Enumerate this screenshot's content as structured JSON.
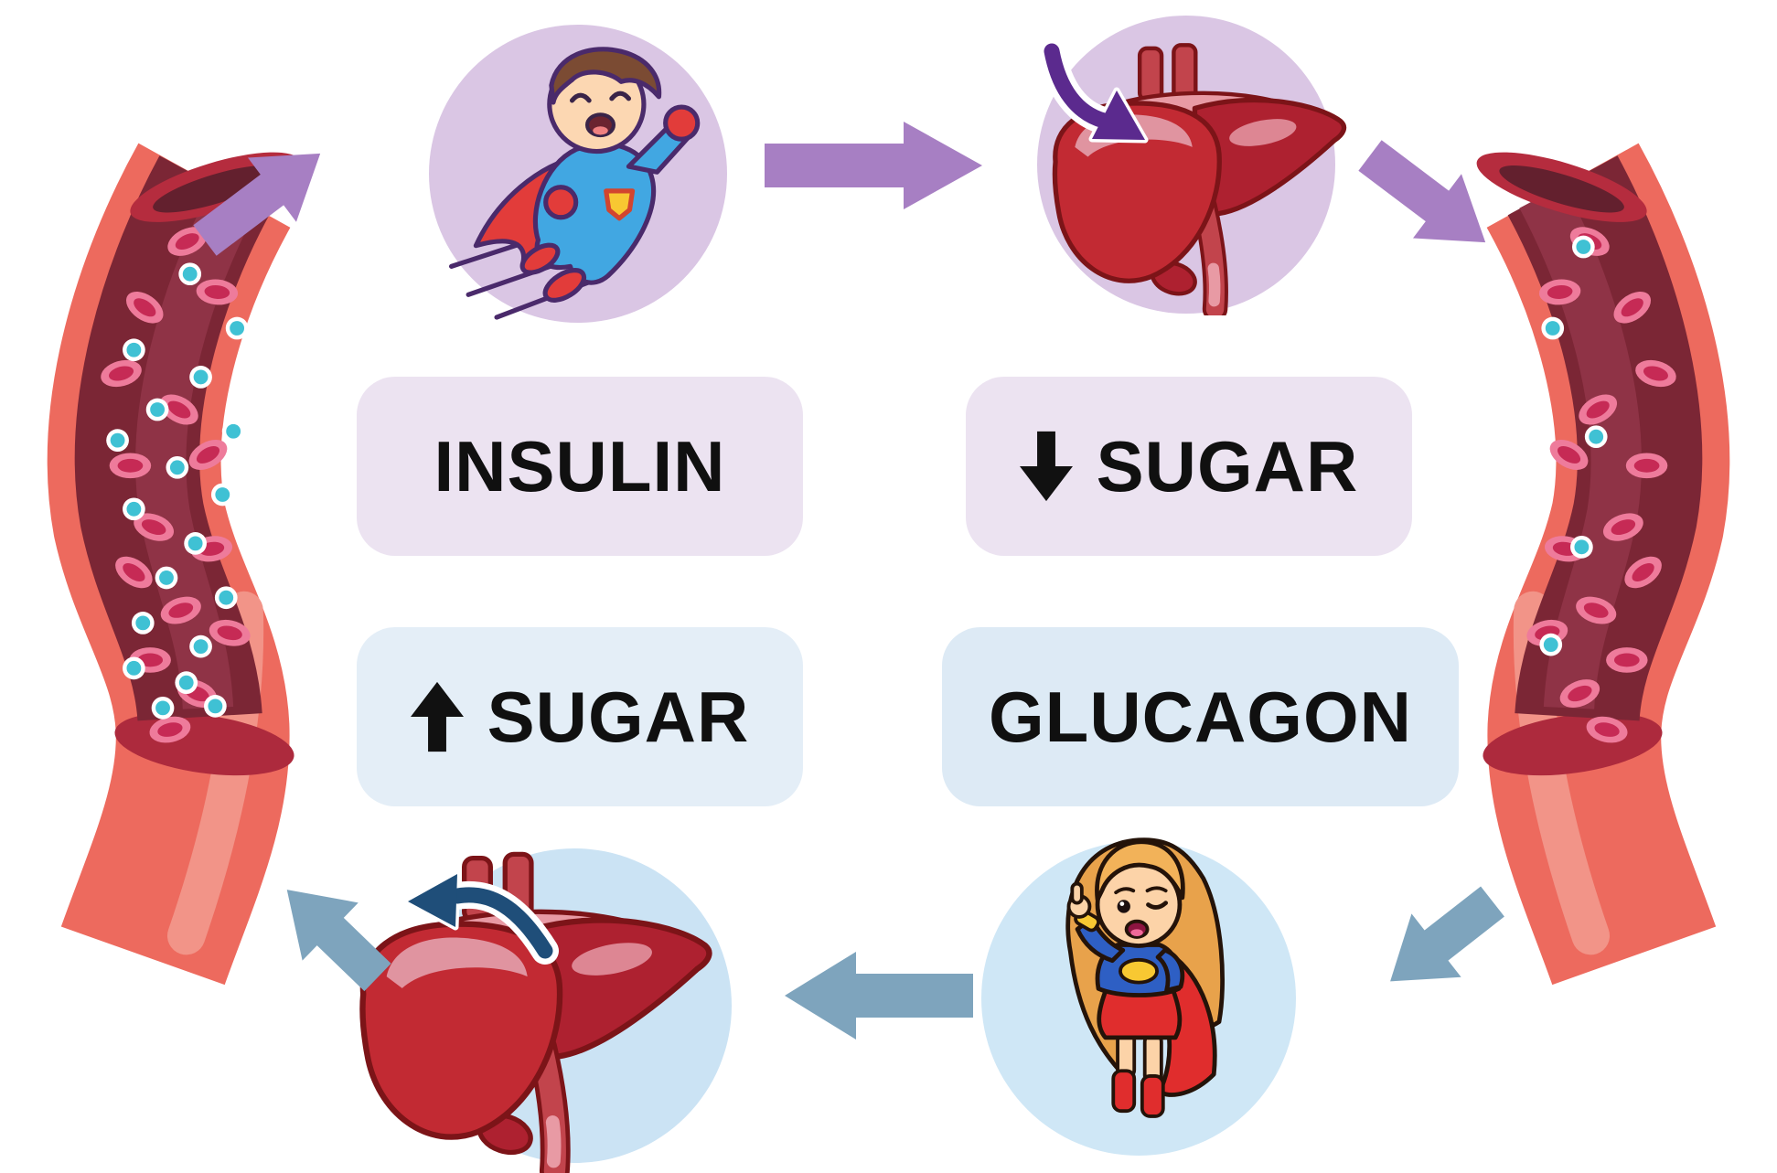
{
  "boxes": {
    "insulin": {
      "label": "INSULIN",
      "bg": "#ece3f1"
    },
    "sugar_down": {
      "label": "SUGAR",
      "arrow_icon": "down-arrow",
      "bg": "#ece3f1"
    },
    "sugar_up": {
      "label": "SUGAR",
      "arrow_icon": "up-arrow",
      "bg": "#e4eef7"
    },
    "glucagon": {
      "label": "GLUCAGON",
      "bg": "#ddeaf5"
    }
  },
  "illustrations": {
    "left_blood_vessel": {
      "name": "blood-vessel-high-sugar",
      "sugar_dots": 20
    },
    "right_blood_vessel": {
      "name": "blood-vessel-low-sugar",
      "sugar_dots": 5
    },
    "insulin_hero": {
      "name": "superhero-boy",
      "circle_bg": "#dac6e4"
    },
    "liver_top": {
      "name": "liver",
      "circle_bg": "#dac6e4"
    },
    "liver_bottom": {
      "name": "liver",
      "circle_bg": "#cbe3f4"
    },
    "glucagon_hero": {
      "name": "supergirl",
      "circle_bg": "#cfe7f6"
    }
  },
  "arrows": {
    "vessel_to_insulin": {
      "color": "#a77fc3",
      "direction": "up-right"
    },
    "insulin_to_liver": {
      "color": "#a77fc3",
      "direction": "right"
    },
    "liver_to_right_vessel": {
      "color": "#a77fc3",
      "direction": "down-right"
    },
    "right_vessel_to_glucagon": {
      "color": "#7ea4bd",
      "direction": "down-left"
    },
    "glucagon_to_liver": {
      "color": "#7ea4bd",
      "direction": "left"
    },
    "liver_to_left_vessel": {
      "color": "#7ea4bd",
      "direction": "up-left"
    },
    "into_liver_curved": {
      "color": "#5b2a8e"
    },
    "out_of_liver_curved": {
      "color": "#1f4e79"
    }
  },
  "colors": {
    "sugar_dot": "#3fc1d4",
    "vessel_outer": "#ed6a5e",
    "vessel_interior": "#7b2635",
    "liver_red": "#c22a33",
    "text": "#101010"
  }
}
